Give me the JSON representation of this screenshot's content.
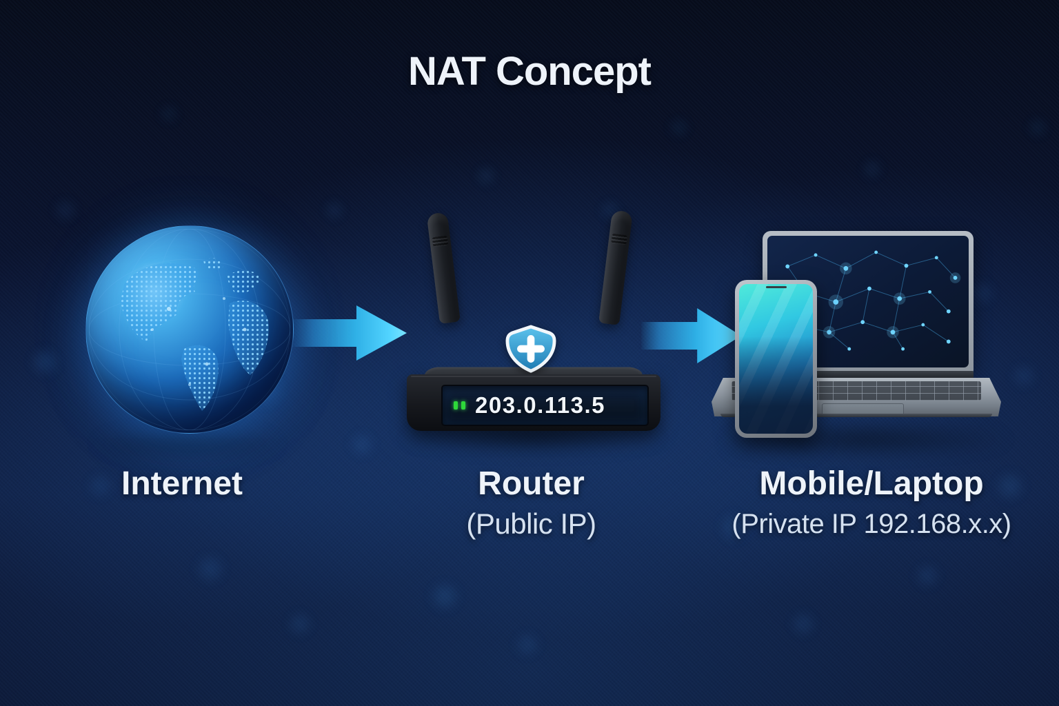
{
  "title": "NAT Concept",
  "nodes": {
    "internet": {
      "label": "Internet",
      "icon": "globe-icon"
    },
    "router": {
      "label": "Router",
      "sublabel": "(Public IP)",
      "icon": "router-icon",
      "badge_icon": "shield-icon",
      "display_ip": "203.0.113.5",
      "leds": {
        "count": 2,
        "color": "#2ed83a"
      }
    },
    "devices": {
      "label": "Mobile/Laptop",
      "sublabel": "(Private IP 192.168.x.x)",
      "icons": [
        "smartphone-icon",
        "laptop-icon"
      ]
    }
  },
  "connections": [
    {
      "from": "internet",
      "to": "router",
      "icon": "arrow-right-icon"
    },
    {
      "from": "router",
      "to": "devices",
      "icon": "arrow-right-icon"
    }
  ],
  "colors": {
    "background": "#0b1430",
    "arrow_cyan": "#52d4ff",
    "led_green": "#2ed83a",
    "text_primary": "#eef3f9",
    "text_secondary": "#d5e1f0",
    "globe_blue": "#1d6fc0",
    "shield_blue": "#2f96cc",
    "phone_screen_teal": "#31c8e2"
  }
}
